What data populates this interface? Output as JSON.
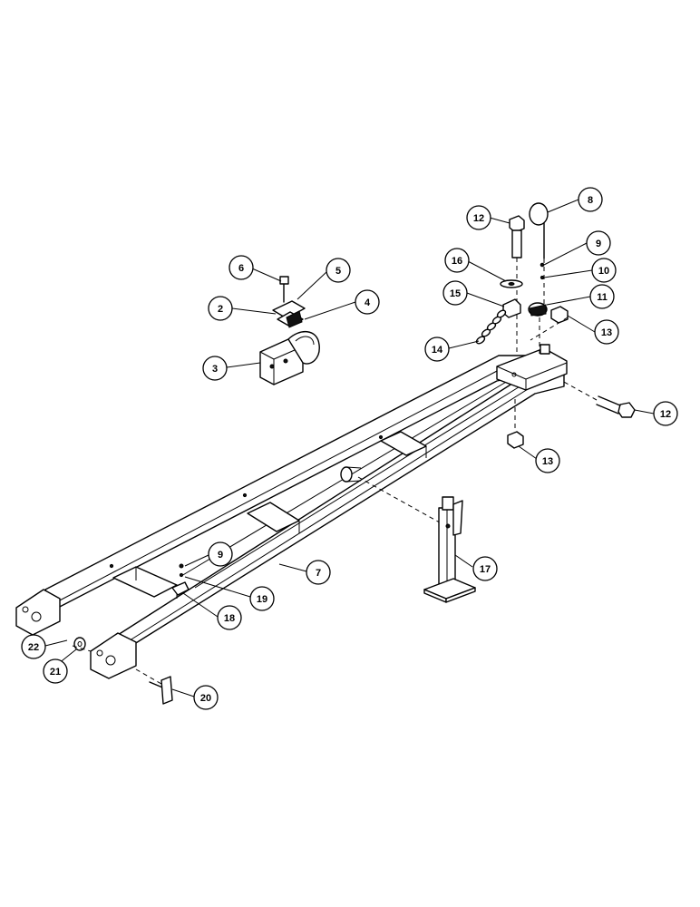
{
  "callouts": [
    {
      "id": "c-12a",
      "label": "12"
    },
    {
      "id": "c-8",
      "label": "8"
    },
    {
      "id": "c-9a",
      "label": "9"
    },
    {
      "id": "c-16",
      "label": "16"
    },
    {
      "id": "c-10",
      "label": "10"
    },
    {
      "id": "c-15",
      "label": "15"
    },
    {
      "id": "c-11",
      "label": "11"
    },
    {
      "id": "c-13a",
      "label": "13"
    },
    {
      "id": "c-14",
      "label": "14"
    },
    {
      "id": "c-12b",
      "label": "12"
    },
    {
      "id": "c-13b",
      "label": "13"
    },
    {
      "id": "c-6",
      "label": "6"
    },
    {
      "id": "c-5",
      "label": "5"
    },
    {
      "id": "c-2",
      "label": "2"
    },
    {
      "id": "c-4",
      "label": "4"
    },
    {
      "id": "c-3",
      "label": "3"
    },
    {
      "id": "c-9b",
      "label": "9"
    },
    {
      "id": "c-7",
      "label": "7"
    },
    {
      "id": "c-17",
      "label": "17"
    },
    {
      "id": "c-19",
      "label": "19"
    },
    {
      "id": "c-18",
      "label": "18"
    },
    {
      "id": "c-22",
      "label": "22"
    },
    {
      "id": "c-21",
      "label": "21"
    },
    {
      "id": "c-20",
      "label": "20"
    }
  ]
}
